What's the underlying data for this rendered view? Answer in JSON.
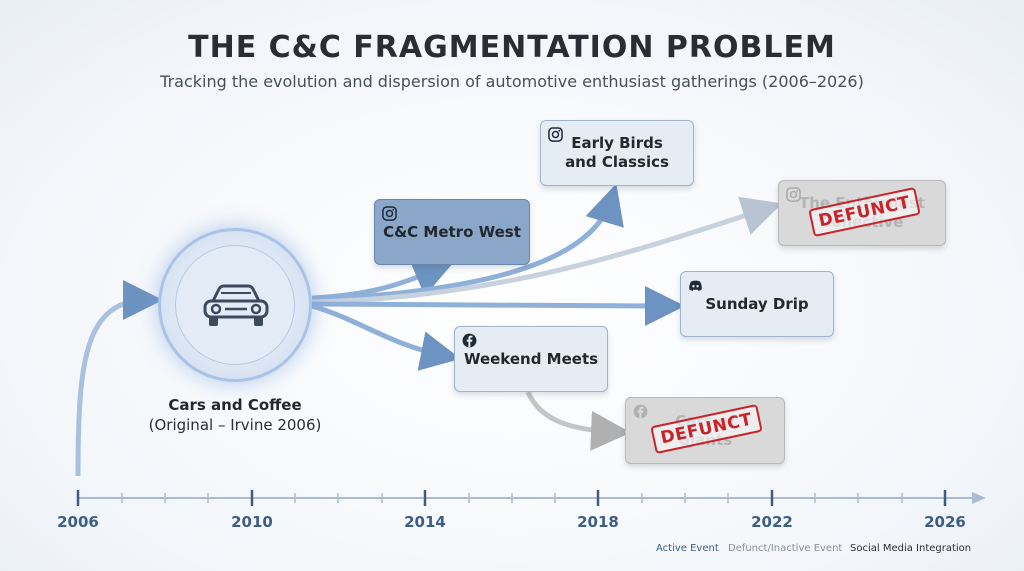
{
  "title": "THE C&C FRAGMENTATION PROBLEM",
  "subtitle": "Tracking the evolution and dispersion of automotive enthusiast gatherings (2006–2026)",
  "hub": {
    "name": "Cars and Coffee",
    "detail": "(Original – Irvine 2006)",
    "icon": "car-icon"
  },
  "nodes": {
    "metro_west": {
      "label": "C&C Metro West",
      "platform": "instagram-icon",
      "status": "active"
    },
    "early_birds": {
      "label": "Early Birds\nand Classics",
      "platform": "instagram-icon",
      "status": "active"
    },
    "enthusiast_collective": {
      "label": "The Enthusiast\nCollective",
      "platform": "instagram-icon",
      "status": "defunct"
    },
    "sunday_drip": {
      "label": "Sunday Drip",
      "platform": "discord-icon",
      "status": "active"
    },
    "weekend_meets": {
      "label": "Weekend Meets",
      "platform": "facebook-icon",
      "status": "active"
    },
    "cars_and_giants": {
      "label": "Cars of\nGiants",
      "platform": "facebook-icon",
      "status": "defunct"
    }
  },
  "stamp_text": "DEFUNCT",
  "timeline": {
    "years": [
      "2006",
      "2010",
      "2014",
      "2018",
      "2022",
      "2026"
    ]
  },
  "legend": {
    "active": "Active Event",
    "defunct": "Defunct/Inactive Event",
    "social": "Social Media Integration"
  },
  "colors": {
    "accent": "#5f86b8",
    "active_fill": "#e6ecf4",
    "dark_fill": "#8aa6c8",
    "defunct_fill": "#d9d9d9",
    "stamp": "#c8232b",
    "year_text": "#3c5e86"
  }
}
